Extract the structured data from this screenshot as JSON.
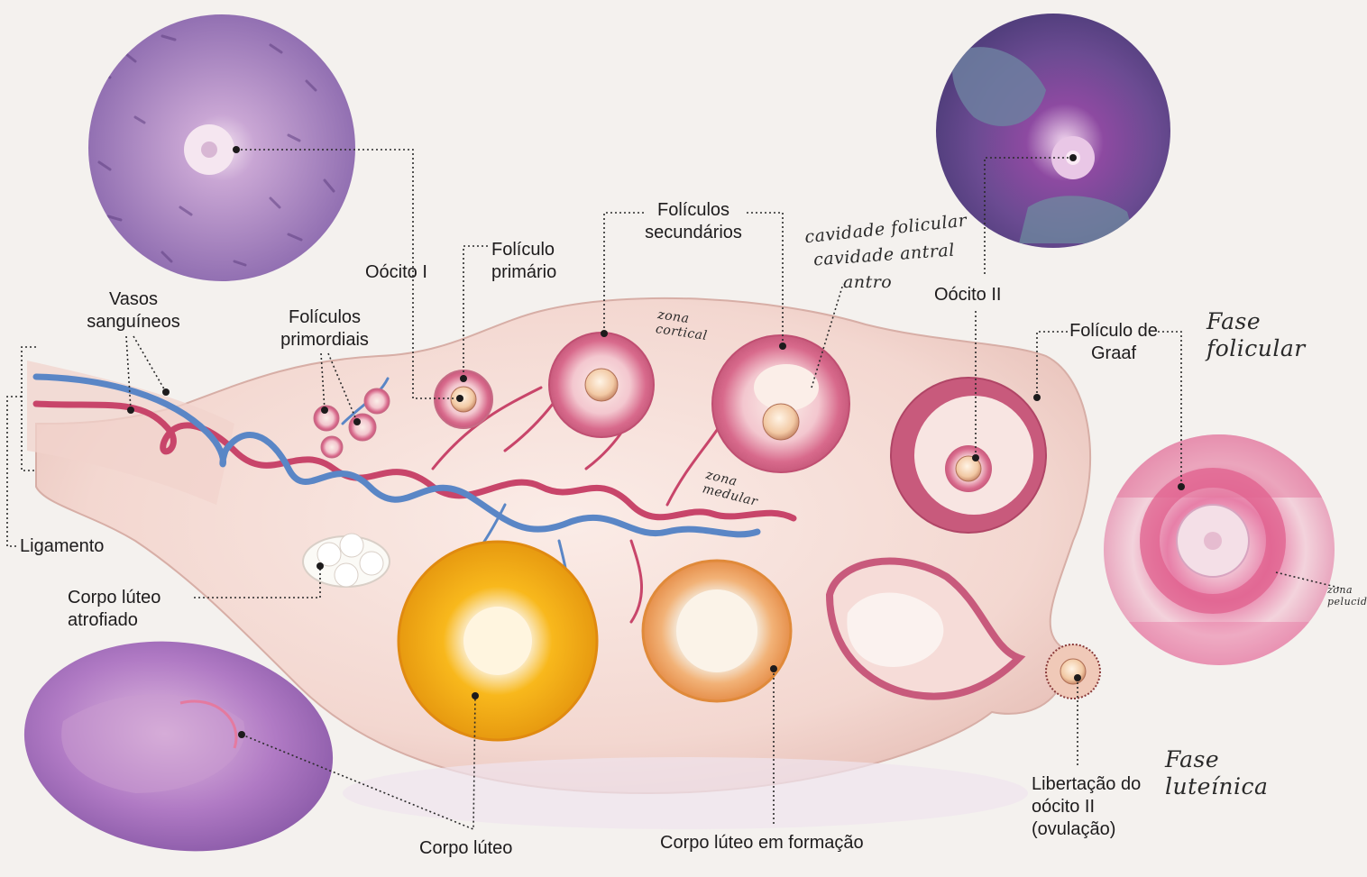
{
  "labels": {
    "vasos": "Vasos sanguíneos",
    "foliculos_primordiais": "Folículos primordiais",
    "oocito_1": "Oócito I",
    "foliculo_primario": "Folículo primário",
    "foliculos_secundarios": "Folículos secundários",
    "oocito_2": "Oócito II",
    "foliculo_graaf": "Folículo de Graaf",
    "ligamento": "Ligamento",
    "corpo_luteo_atrofiado": "Corpo lúteo atrofiado",
    "corpo_luteo": "Corpo lúteo",
    "corpo_luteo_formacao": "Corpo lúteo em formação",
    "libertacao": "Libertação do oócito II (ovulação)"
  },
  "handwritten": {
    "cavidade_1": "cavidade folicular",
    "cavidade_2": "cavidade antral",
    "antro": "antro",
    "zona_cortical": "zona cortical",
    "zona_medular": "zona medular",
    "fase_folicular": "Fase folicular",
    "fase_luteinica": "Fase luteínica",
    "zona_pelucida": "zona pelucida"
  },
  "colors": {
    "artery": "#c8456a",
    "vein": "#5a86c6",
    "ovary": "#f6dfd9",
    "follicle": "#e58aa3",
    "corpus_luteum": "#f7b21c",
    "histology_purple": "#8a5fa8",
    "histology_pink": "#e78fb0"
  }
}
